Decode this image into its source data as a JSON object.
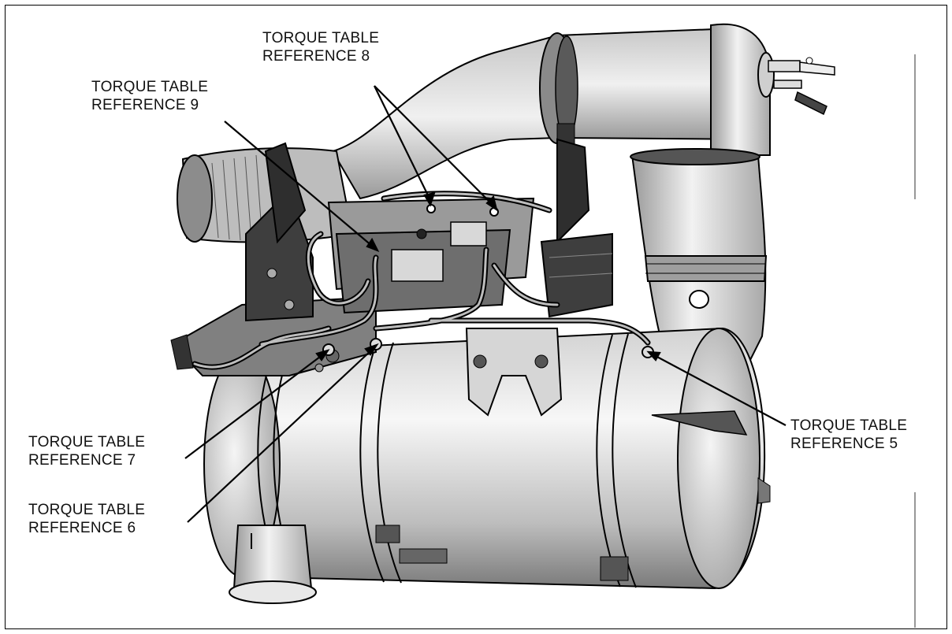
{
  "callouts": [
    {
      "id": "ref8",
      "line1": "TORQUE TABLE",
      "line2": "REFERENCE 8"
    },
    {
      "id": "ref9",
      "line1": "TORQUE TABLE",
      "line2": "REFERENCE 9"
    },
    {
      "id": "ref7",
      "line1": "TORQUE TABLE",
      "line2": "REFERENCE 7"
    },
    {
      "id": "ref6",
      "line1": "TORQUE TABLE",
      "line2": "REFERENCE 6"
    },
    {
      "id": "ref5",
      "line1": "TORQUE TABLE",
      "line2": "REFERENCE 5"
    }
  ],
  "colors": {
    "line": "#000000",
    "metal_light": "#e6e6e6",
    "metal_mid": "#b8b8b8",
    "metal_dark": "#6a6a6a",
    "bracket": "#3c3c3c"
  }
}
